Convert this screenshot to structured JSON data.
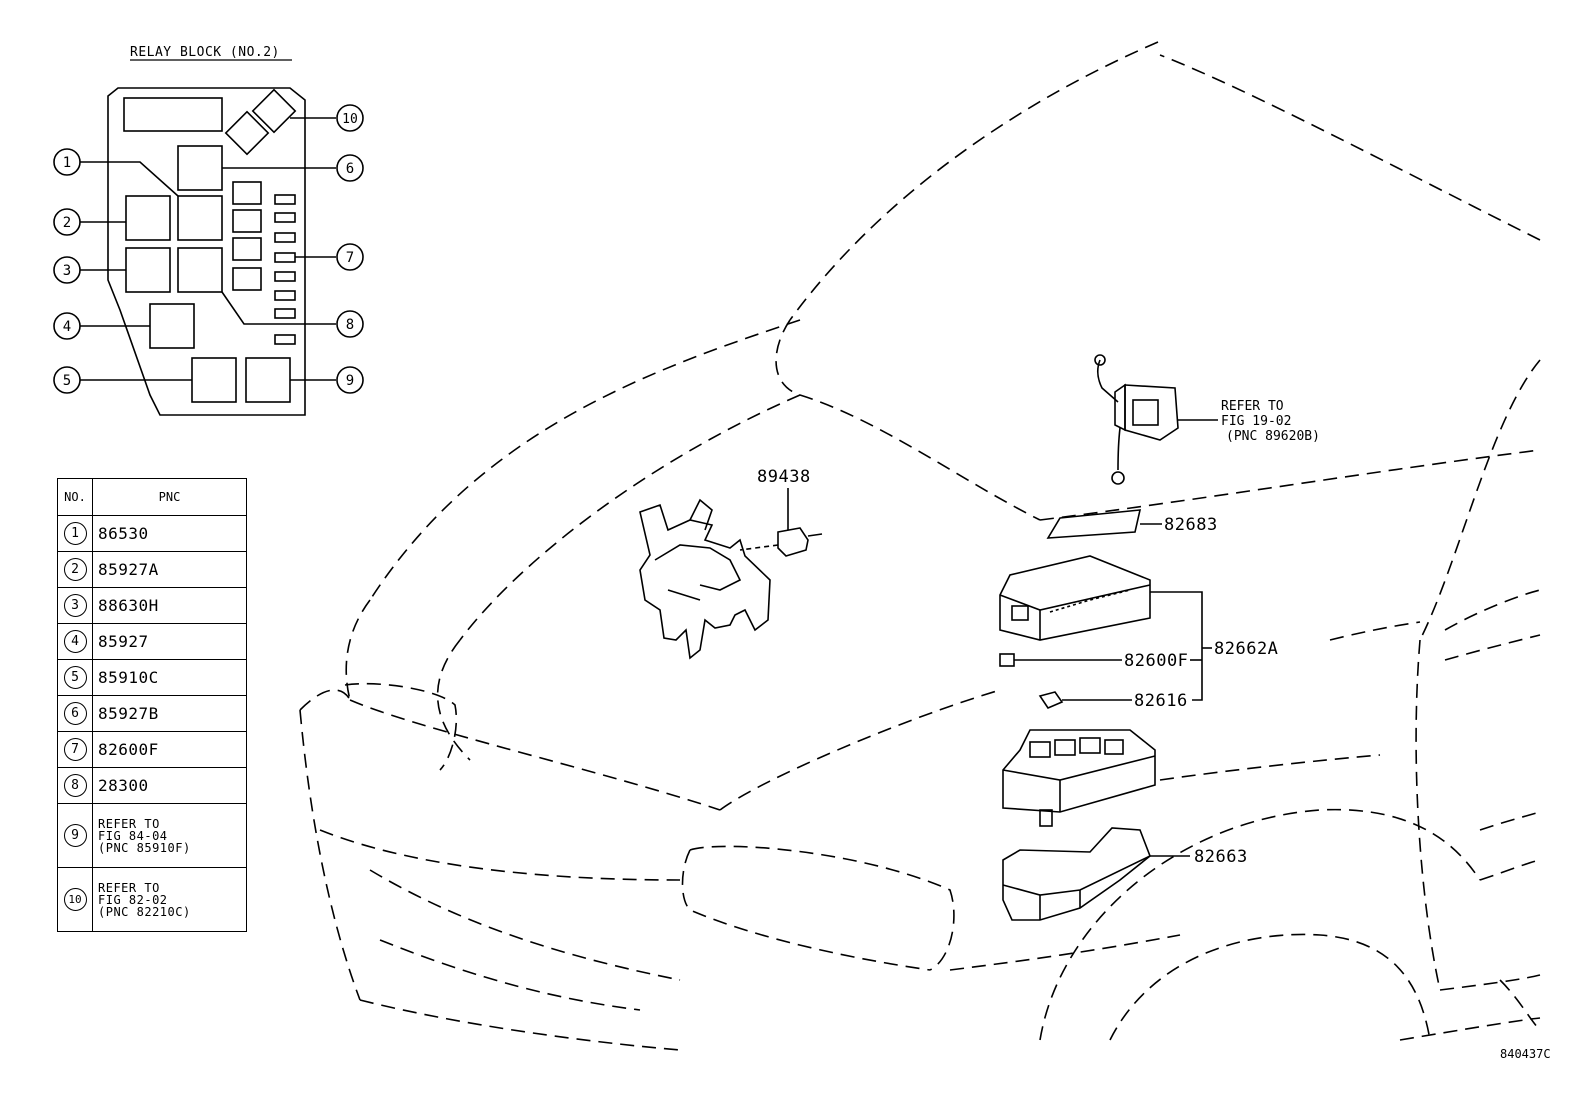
{
  "relay_block": {
    "title": "RELAY BLOCK (NO.2)",
    "callouts": [
      "1",
      "2",
      "3",
      "4",
      "5",
      "6",
      "7",
      "8",
      "9",
      "10"
    ]
  },
  "table": {
    "header_no": "NO.",
    "header_pnc": "PNC",
    "rows": [
      {
        "no": "1",
        "pnc": "86530"
      },
      {
        "no": "2",
        "pnc": "85927A"
      },
      {
        "no": "3",
        "pnc": "88630H"
      },
      {
        "no": "4",
        "pnc": "85927"
      },
      {
        "no": "5",
        "pnc": "85910C"
      },
      {
        "no": "6",
        "pnc": "85927B"
      },
      {
        "no": "7",
        "pnc": "82600F"
      },
      {
        "no": "8",
        "pnc": "28300"
      },
      {
        "no": "9",
        "ref": [
          "REFER TO",
          "FIG 84-04",
          "(PNC 85910F)"
        ]
      },
      {
        "no": "10",
        "ref": [
          "REFER TO",
          "FIG 82-02",
          "(PNC 82210C)"
        ]
      }
    ]
  },
  "parts": {
    "p89438": "89438",
    "p82683": "82683",
    "p82662A": "82662A",
    "p82600F": "82600F",
    "p82616": "82616",
    "p82663": "82663",
    "refer_lines": [
      "REFER TO",
      "FIG 19-02",
      "(PNC 89620B)"
    ]
  },
  "drawing_code": "840437C"
}
